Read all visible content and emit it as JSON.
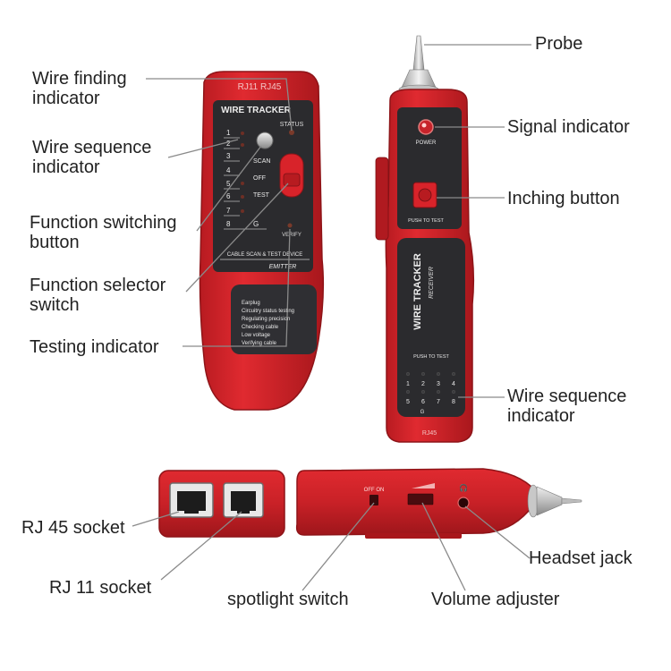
{
  "colors": {
    "device_red": "#d8232a",
    "device_red_dark": "#9e161b",
    "panel": "#2b2b2e",
    "panel_text": "#e9e9e9",
    "leader": "#8a8a8a",
    "label_text": "#222222",
    "metal": "#c8c8c8"
  },
  "callouts": {
    "wire_finding": "Wire finding\nindicator",
    "wire_sequence_left": "Wire sequence\nindicator",
    "function_switching": "Function switching\nbutton",
    "function_selector": "Function selector\nswitch",
    "testing_indicator": "Testing indicator",
    "probe": "Probe",
    "signal_indicator": "Signal indicator",
    "inching_button": "Inching button",
    "wire_sequence_right": "Wire sequence\nindicator",
    "rj45": "RJ 45 socket",
    "rj11": "RJ 11 socket",
    "spotlight": "spotlight switch",
    "volume": "Volume adjuster",
    "headset": "Headset jack"
  },
  "emitter": {
    "top_text": "RJ11    RJ45",
    "title": "WIRE TRACKER",
    "status": "STATUS",
    "numbers": [
      "1",
      "2",
      "3",
      "4",
      "5",
      "6",
      "7",
      "8",
      "G"
    ],
    "scan": "SCAN",
    "off": "OFF",
    "test": "TEST",
    "verify": "VERIFY",
    "cable_scan": "CABLE SCAN & TEST DEVICE",
    "emitter_label": "EMITTER",
    "features": [
      "Earplug",
      "Circuitry status testing",
      "Regulating precision",
      "Checking cable",
      "Low voltage",
      "Verifying cable"
    ]
  },
  "receiver": {
    "power": "POWER",
    "push_to_test_top": "PUSH TO TEST",
    "title": "WIRE TRACKER",
    "subtitle": "RECEIVER",
    "push_to_test_bottom": "PUSH TO TEST",
    "numbers": [
      "1",
      "2",
      "3",
      "4",
      "5",
      "6",
      "7",
      "8",
      "G"
    ],
    "bottom_text": "RJ45"
  },
  "bottom_side": {
    "off_on": "OFF  ON"
  }
}
